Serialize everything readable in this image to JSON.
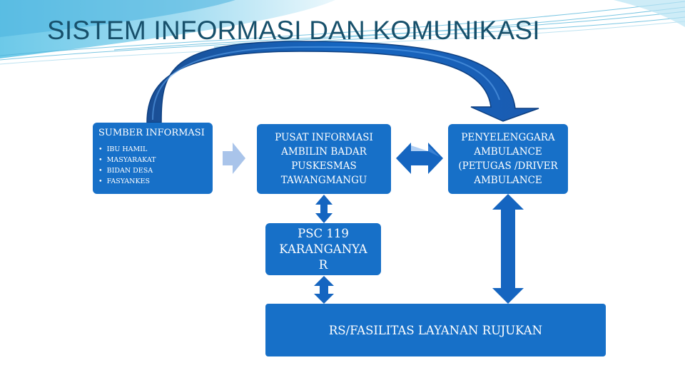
{
  "title": "SISTEM INFORMASI DAN KOMUNIKASI",
  "colors": {
    "box": "#1770c8",
    "arrow": "#1565c0",
    "arrow_dark": "#0d3f80",
    "light_arrow": "#a9c4ea",
    "title": "#17506b",
    "deco": "#4fb3d9"
  },
  "nodes": {
    "sumber": {
      "heading": "SUMBER INFORMASI",
      "items": [
        "IBU HAMIL",
        "MASYARAKAT",
        "BIDAN DESA",
        "FASYANKES"
      ]
    },
    "pusat": {
      "lines": [
        "PUSAT INFORMASI",
        "AMBILIN BADAR",
        "PUSKESMAS",
        "TAWANGMANGU"
      ]
    },
    "penyelenggara": {
      "lines": [
        "PENYELENGGARA",
        "AMBULANCE",
        "(PETUGAS /DRIVER",
        "AMBULANCE"
      ]
    },
    "psc": {
      "lines": [
        "PSC 119",
        "KARANGANYA",
        "R"
      ]
    },
    "rs": {
      "label": "RS/FASILITAS LAYANAN RUJUKAN"
    }
  },
  "connectors": [
    {
      "from": "sumber",
      "to": "penyelenggara",
      "style": "curved-arrow"
    },
    {
      "from": "sumber",
      "to": "pusat",
      "style": "block-arrow"
    },
    {
      "from": "pusat",
      "to": "penyelenggara",
      "style": "double-arrow"
    },
    {
      "from": "pusat",
      "to": "psc",
      "style": "double-arrow"
    },
    {
      "from": "psc",
      "to": "rs",
      "style": "double-arrow"
    },
    {
      "from": "penyelenggara",
      "to": "rs",
      "style": "double-arrow"
    }
  ]
}
